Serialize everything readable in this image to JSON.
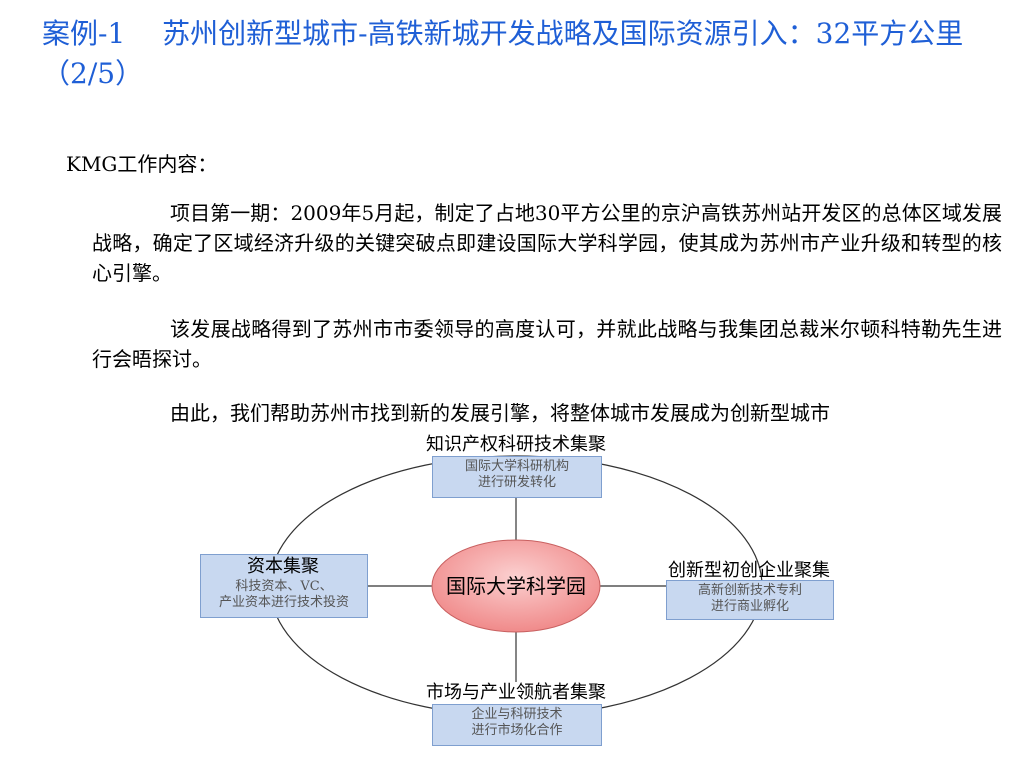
{
  "title": "案例-1　 苏州创新型城市-高铁新城开发战略及国际资源引入：32平方公里（2/5）",
  "section_label": "KMG工作内容：",
  "paragraphs": [
    "项目第一期：2009年5月起，制定了占地30平方公里的京沪高铁苏州站开发区的总体区域发展战略，确定了区域经济升级的关键突破点即建设国际大学科学园，使其成为苏州市产业升级和转型的核心引擎。",
    "该发展战略得到了苏州市市委领导的高度认可，并就此战略与我集团总裁米尔顿科特勒先生进行会晤探讨。",
    "由此，我们帮助苏州市找到新的发展引擎，将整体城市发展成为创新型城市"
  ],
  "diagram": {
    "center": "国际大学科学园",
    "top": {
      "title": "知识产权科研技术集聚",
      "line1": "国际大学科研机构",
      "line2": "进行研发转化"
    },
    "left": {
      "title": "资本集聚",
      "line1": "科技资本、VC、",
      "line2": "产业资本进行技术投资"
    },
    "right": {
      "title": "创新型初创企业聚集",
      "line1": "高新创新技术专利",
      "line2": "进行商业孵化"
    },
    "bottom": {
      "title": "市场与产业领航者集聚",
      "line1": "企业与科研技术",
      "line2": "进行市场化合作"
    },
    "colors": {
      "box_fill": "#c8d8f0",
      "box_border": "#7f9fcf",
      "center_fill": "#f4a0a0",
      "title_color": "#1f5fd6"
    }
  }
}
